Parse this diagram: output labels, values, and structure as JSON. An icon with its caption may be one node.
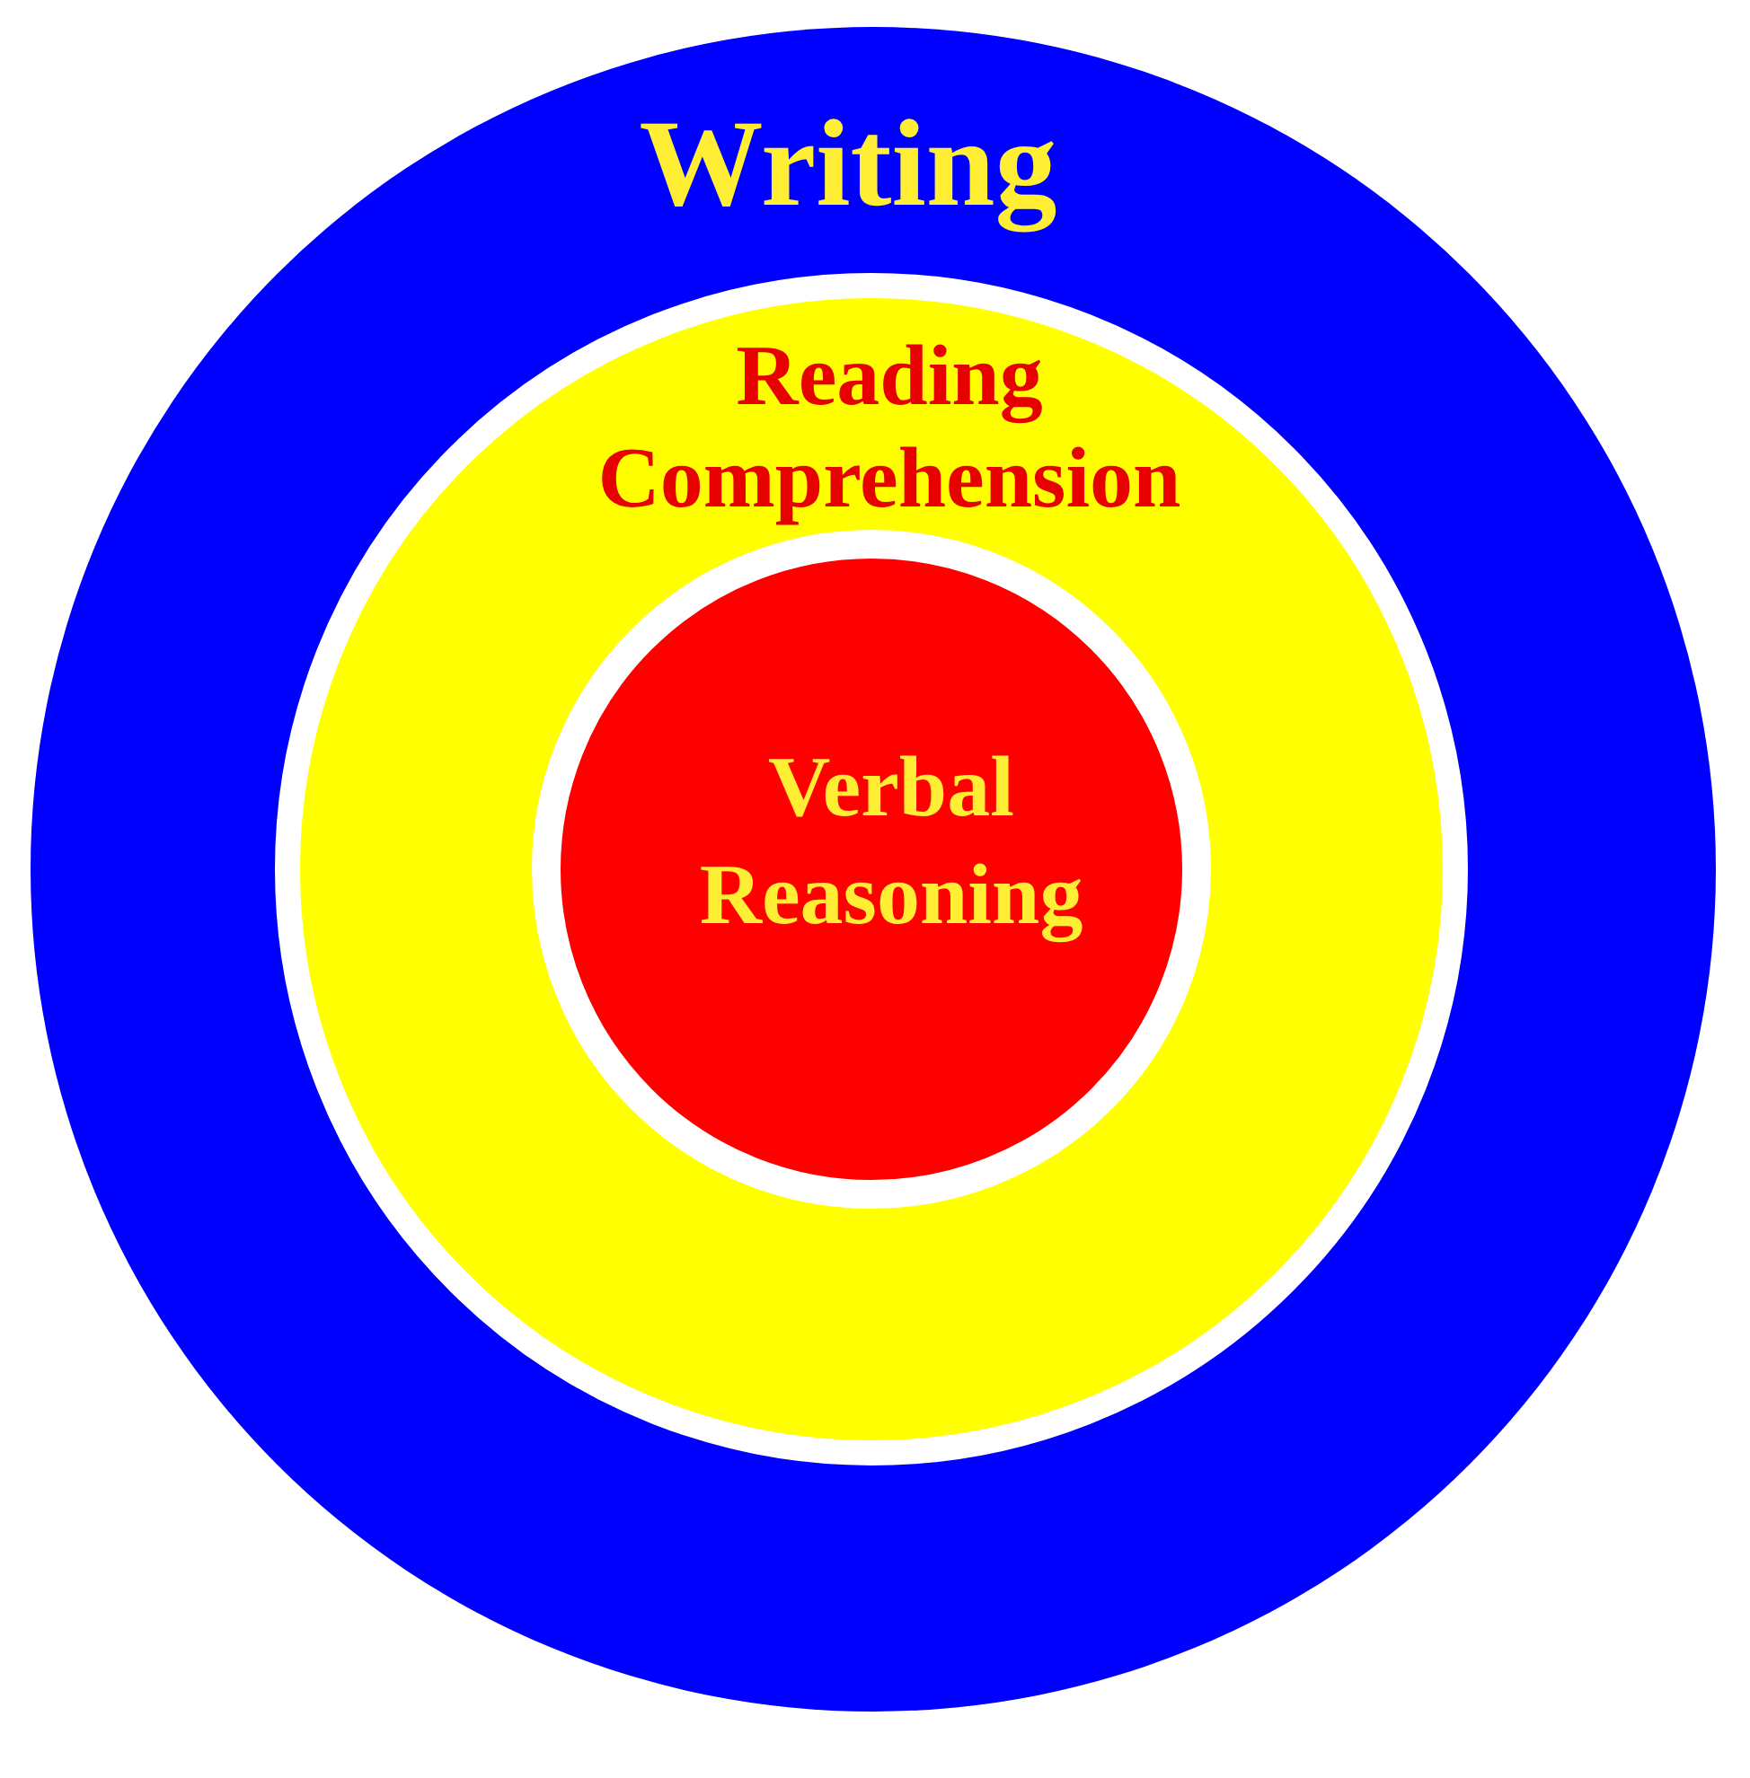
{
  "diagram": {
    "nodes": [
      {
        "text": [
          "Writing"
        ]
      },
      {
        "text": [
          "Reading Comprehension"
        ],
        "in": 0
      },
      {
        "text": [
          "Verbal Reasoning"
        ],
        "in": 1
      }
    ]
  }
}
